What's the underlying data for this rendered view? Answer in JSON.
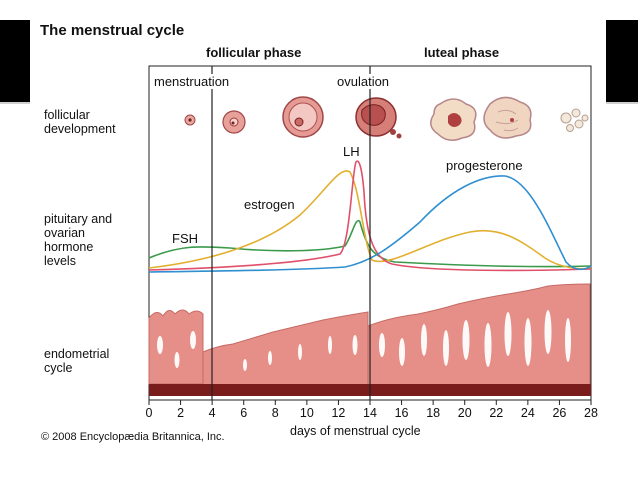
{
  "title": "The menstrual cycle",
  "phases": [
    {
      "id": "follicular",
      "label": "follicular phase"
    },
    {
      "id": "luteal",
      "label": "luteal phase"
    }
  ],
  "events": [
    {
      "id": "menstruation",
      "label": "menstruation",
      "day": 4
    },
    {
      "id": "ovulation",
      "label": "ovulation",
      "day": 14
    }
  ],
  "row_labels": {
    "follicular": "follicular\ndevelopment",
    "hormones": "pituitary and\novarian\nhormone\nlevels",
    "endometrial": "endometrial\ncycle"
  },
  "hormones": [
    {
      "id": "fsh",
      "label": "FSH",
      "color": "#3a9a4a"
    },
    {
      "id": "estrogen",
      "label": "estrogen",
      "color": "#e2b030"
    },
    {
      "id": "lh",
      "label": "LH",
      "color": "#e0506a"
    },
    {
      "id": "progesterone",
      "label": "progesterone",
      "color": "#2f8fd0"
    }
  ],
  "x_axis": {
    "title": "days of menstrual cycle",
    "ticks": [
      "0",
      "2",
      "4",
      "6",
      "8",
      "10",
      "12",
      "14",
      "16",
      "18",
      "20",
      "22",
      "24",
      "26",
      "28"
    ],
    "range": [
      0,
      28
    ]
  },
  "credit": "© 2008 Encyclopædia Britannica, Inc.",
  "colors": {
    "follicle": "#d98a86",
    "follicle_dark": "#9c3a3a",
    "endometrium": "#e68f88",
    "endometrium_dark": "#7a1c1c",
    "slide_band": "#000000"
  }
}
